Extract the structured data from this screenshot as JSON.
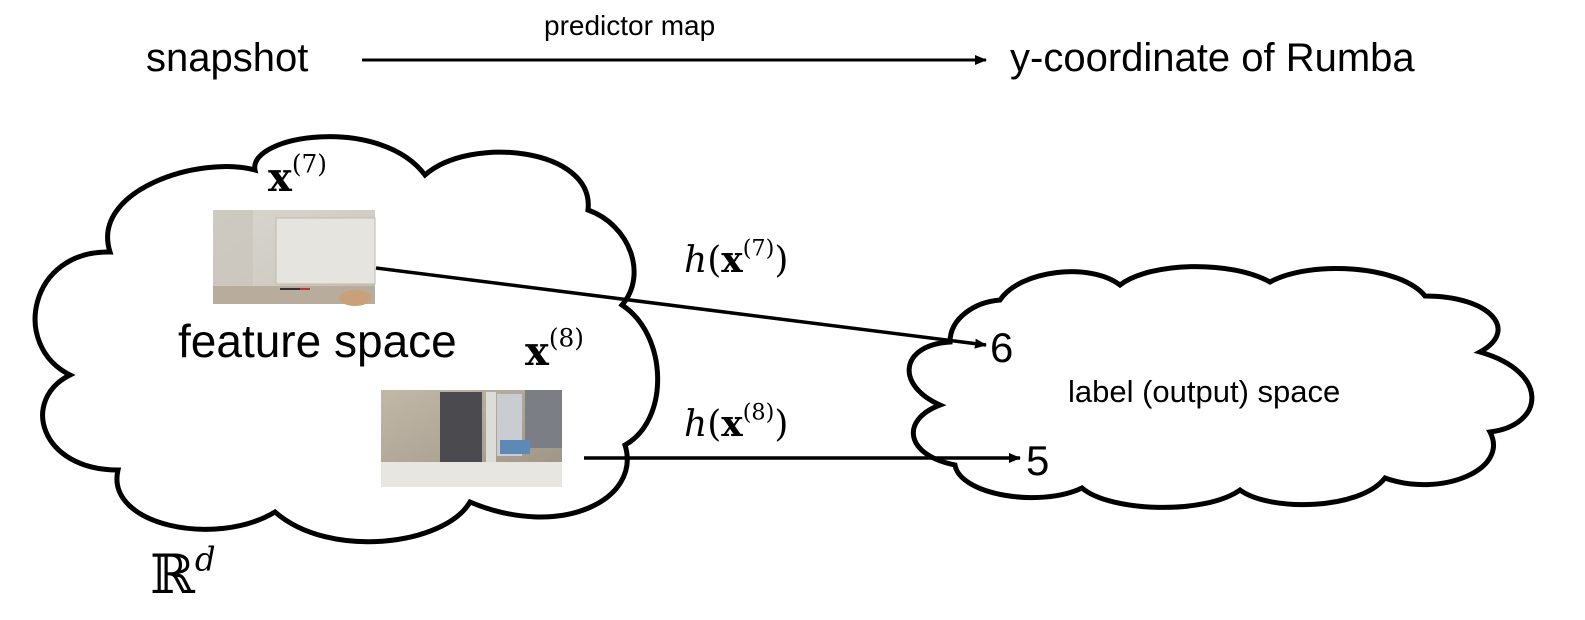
{
  "top": {
    "left": "snapshot",
    "middle": "predictor map",
    "right": "y-coordinate of Rumba"
  },
  "feature_cloud": {
    "label": "feature space",
    "x7": {
      "base": "x",
      "sup": "(7)"
    },
    "x8": {
      "base": "x",
      "sup": "(8)"
    },
    "space": {
      "base": "ℝ",
      "sup": "d"
    }
  },
  "maps": {
    "h7": {
      "fn": "h",
      "open": "(",
      "arg": "x",
      "sup": "(7)",
      "close": ")"
    },
    "h8": {
      "fn": "h",
      "open": "(",
      "arg": "x",
      "sup": "(8)",
      "close": ")"
    }
  },
  "label_cloud": {
    "label": "label (output) space",
    "value6": "6",
    "value5": "5"
  },
  "colors": {
    "stroke": "#000000",
    "background": "#ffffff"
  }
}
